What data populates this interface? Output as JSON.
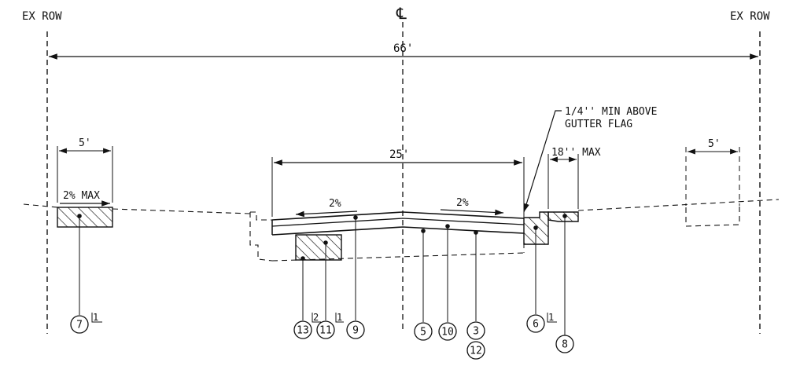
{
  "labels": {
    "row_left": "EX ROW",
    "row_right": "EX ROW",
    "centerline": "℄",
    "total_width": "66'",
    "sidewalk_left_width": "5'",
    "sidewalk_right_width": "5'",
    "pavement_width": "25'",
    "curb_max": "18'' MAX",
    "slope_sidewalk": "2% MAX",
    "slope_left": "2%",
    "slope_right": "2%",
    "note_line1": "1/4'' MIN ABOVE",
    "note_line2": "GUTTER FLAG"
  },
  "callouts": {
    "c7": "7",
    "c13": "13",
    "c11": "11",
    "c9": "9",
    "c5": "5",
    "c10": "10",
    "c3": "3",
    "c12": "12",
    "c6": "6",
    "c8": "8"
  },
  "superscripts": {
    "s7": "1",
    "s13": "2",
    "s11": "1",
    "s6": "1"
  }
}
